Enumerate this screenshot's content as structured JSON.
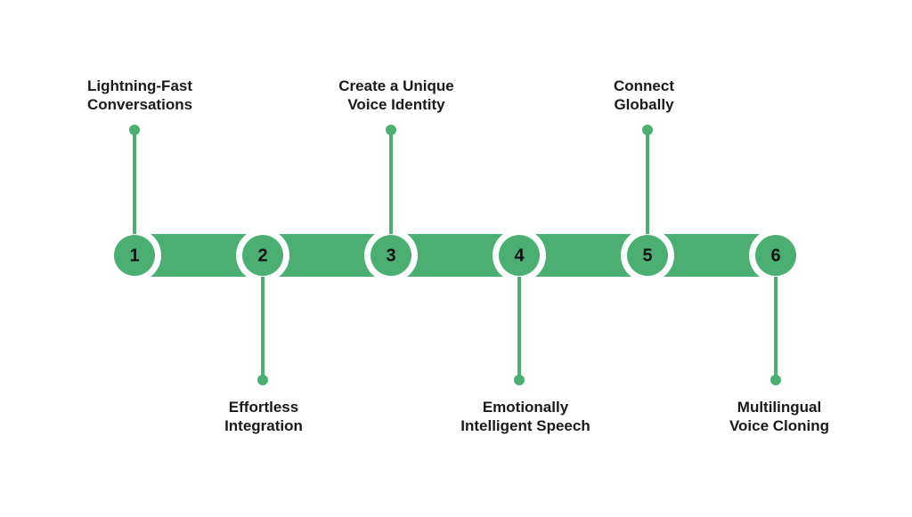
{
  "colors": {
    "accent": "#4caf72",
    "text": "#1a1a1a",
    "background": "#ffffff"
  },
  "steps": [
    {
      "number": "1",
      "label_lines": [
        "Lightning-Fast",
        "Conversations"
      ],
      "side": "top"
    },
    {
      "number": "2",
      "label_lines": [
        "Effortless",
        "Integration"
      ],
      "side": "bottom"
    },
    {
      "number": "3",
      "label_lines": [
        "Create a Unique",
        "Voice Identity"
      ],
      "side": "top"
    },
    {
      "number": "4",
      "label_lines": [
        "Emotionally",
        "Intelligent Speech"
      ],
      "side": "bottom"
    },
    {
      "number": "5",
      "label_lines": [
        "Connect",
        "Globally"
      ],
      "side": "top"
    },
    {
      "number": "6",
      "label_lines": [
        "Multilingual",
        "Voice Cloning"
      ],
      "side": "bottom"
    }
  ]
}
